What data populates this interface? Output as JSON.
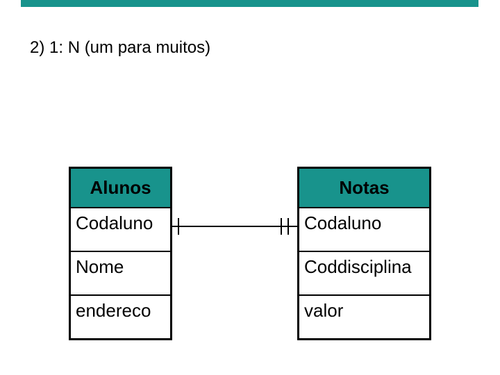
{
  "slide": {
    "title": "2) 1: N (um para muitos)",
    "background_color": "#ffffff",
    "accent_color": "#18938C",
    "text_color": "#000000"
  },
  "diagram": {
    "type": "entity-relationship",
    "tables": [
      {
        "name": "Alunos",
        "header_bg": "#18938C",
        "fields": [
          "Codaluno",
          "Nome",
          "endereco"
        ]
      },
      {
        "name": "Notas",
        "header_bg": "#18938C",
        "fields": [
          "Codaluno",
          "Coddisciplina",
          "valor"
        ]
      }
    ],
    "connector": {
      "from": "Alunos.Codaluno",
      "to": "Notas.Codaluno",
      "ticks_near_alunos": 1,
      "ticks_near_notas": 2
    }
  }
}
